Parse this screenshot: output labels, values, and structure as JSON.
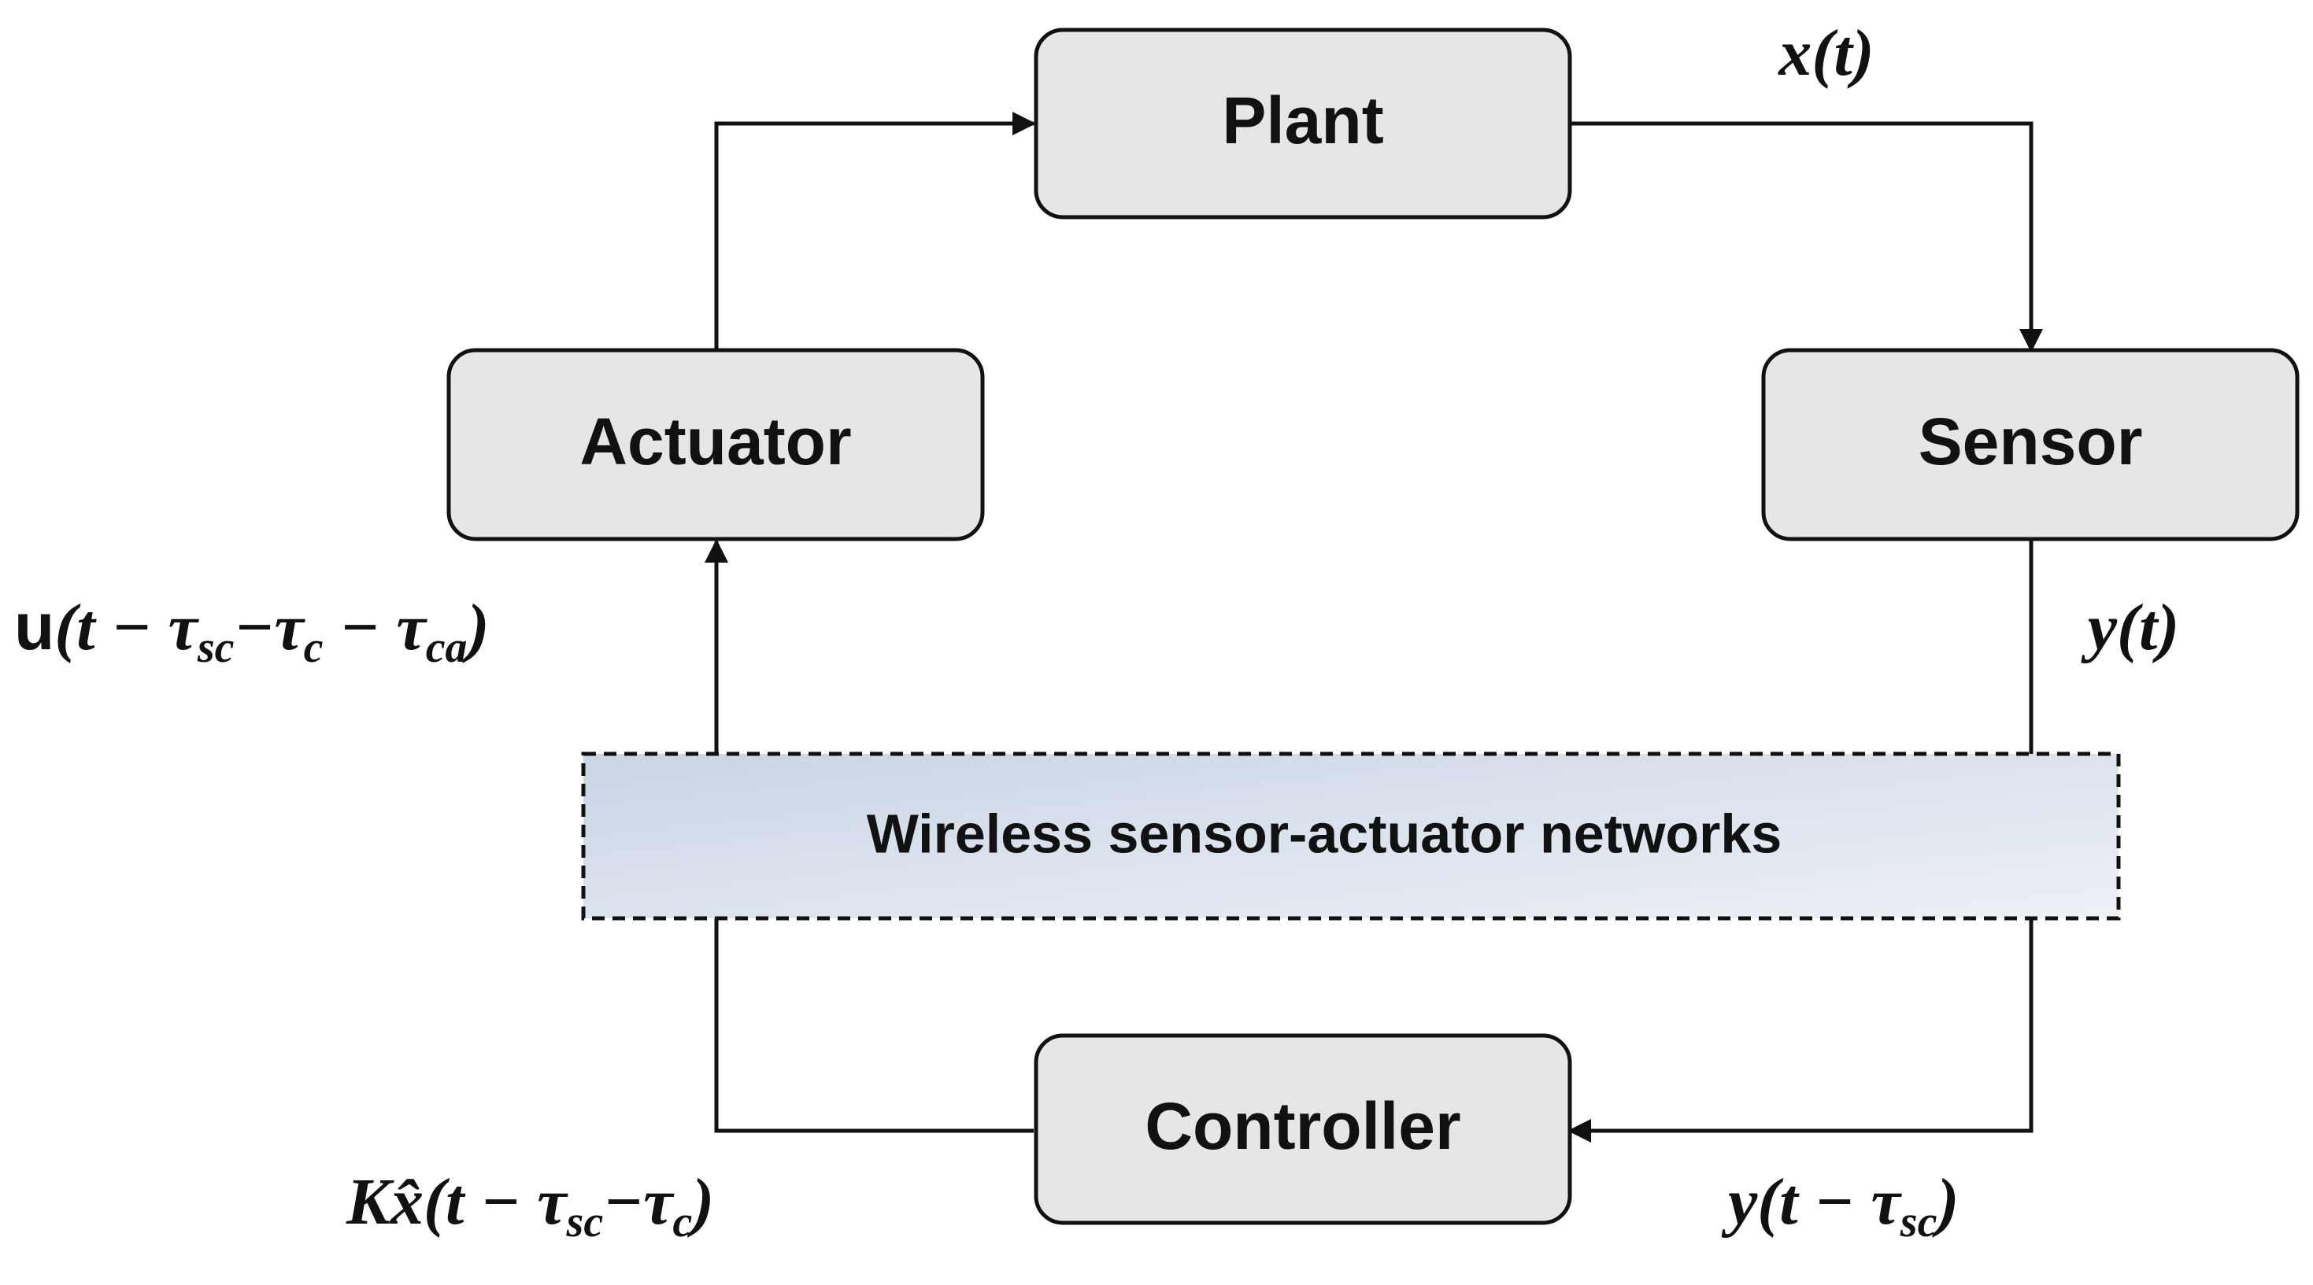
{
  "blocks": {
    "plant": "Plant",
    "actuator": "Actuator",
    "sensor": "Sensor",
    "controller": "Controller"
  },
  "network": {
    "label": "Wireless sensor-actuator networks"
  },
  "signals": {
    "plant_output": {
      "main": "x(t)"
    },
    "sensor_output": {
      "main": "y(t)"
    },
    "actuator_input": {
      "p1": "u",
      "p2": "(t − τ",
      "s1": "sc",
      "p3": "−τ",
      "s2": "c",
      "p4": " − τ",
      "s3": "ca",
      "p5": ")"
    },
    "controller_output": {
      "p1": "Kx̂(t − τ",
      "s1": "sc",
      "p2": "−τ",
      "s2": "c",
      "p3": ")"
    },
    "controller_input": {
      "p1": "y(t − τ",
      "s1": "sc",
      "p2": ")"
    }
  },
  "colors": {
    "block_fill": "#e6e6e6",
    "network_gradient_start": "#c9d5e5",
    "network_gradient_end": "#eef1f6",
    "line": "#111111"
  }
}
